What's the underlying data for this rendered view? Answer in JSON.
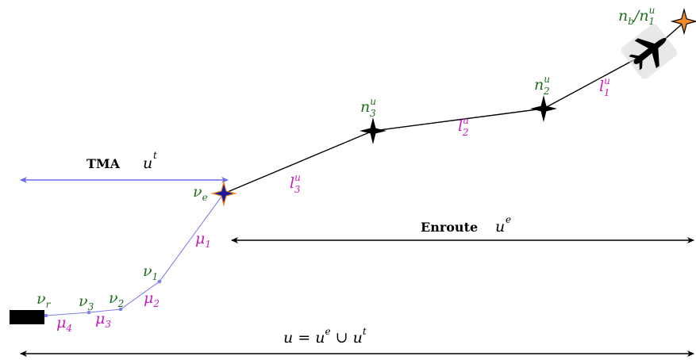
{
  "colors": {
    "node_label": "#1f6e1f",
    "edge_label": "#c21ec2",
    "tma_route": "#8080ee",
    "tma_arrow": "#6a6aee",
    "enroute": "#000000",
    "destination_star": "#f08c28",
    "entry_star": "#1a1a9a"
  },
  "tma": {
    "label": "TMA",
    "var": "u",
    "sup": "t"
  },
  "enroute": {
    "label": "Enroute",
    "var": "u",
    "sup": "e"
  },
  "union": {
    "text": "u = u",
    "sup1": "e",
    "mid": " ∪ u",
    "sup2": "t"
  },
  "enroute_nodes": {
    "destination": {
      "base": "n",
      "sub": "b",
      "slash": "/n",
      "sub2": "1",
      "sup": "u"
    },
    "n2": {
      "base": "n",
      "sub": "2",
      "sup": "u"
    },
    "n3": {
      "base": "n",
      "sub": "3",
      "sup": "u"
    }
  },
  "enroute_links": {
    "l1": {
      "base": "l",
      "sub": "1",
      "sup": "u"
    },
    "l2": {
      "base": "l",
      "sub": "2",
      "sup": "u"
    },
    "l3": {
      "base": "l",
      "sub": "3",
      "sup": "u"
    }
  },
  "tma_nodes": {
    "ve": {
      "base": "ν",
      "sub": "e"
    },
    "v1": {
      "base": "ν",
      "sub": "1"
    },
    "v2": {
      "base": "ν",
      "sub": "2"
    },
    "v3": {
      "base": "ν",
      "sub": "3"
    },
    "vr": {
      "base": "ν",
      "sub": "r"
    }
  },
  "tma_links": {
    "mu1": {
      "base": "μ",
      "sub": "1"
    },
    "mu2": {
      "base": "μ",
      "sub": "2"
    },
    "mu3": {
      "base": "μ",
      "sub": "3"
    },
    "mu4": {
      "base": "μ",
      "sub": "4"
    }
  },
  "icons": [
    "aircraft-icon",
    "runway-icon",
    "four-point-star-icon"
  ]
}
